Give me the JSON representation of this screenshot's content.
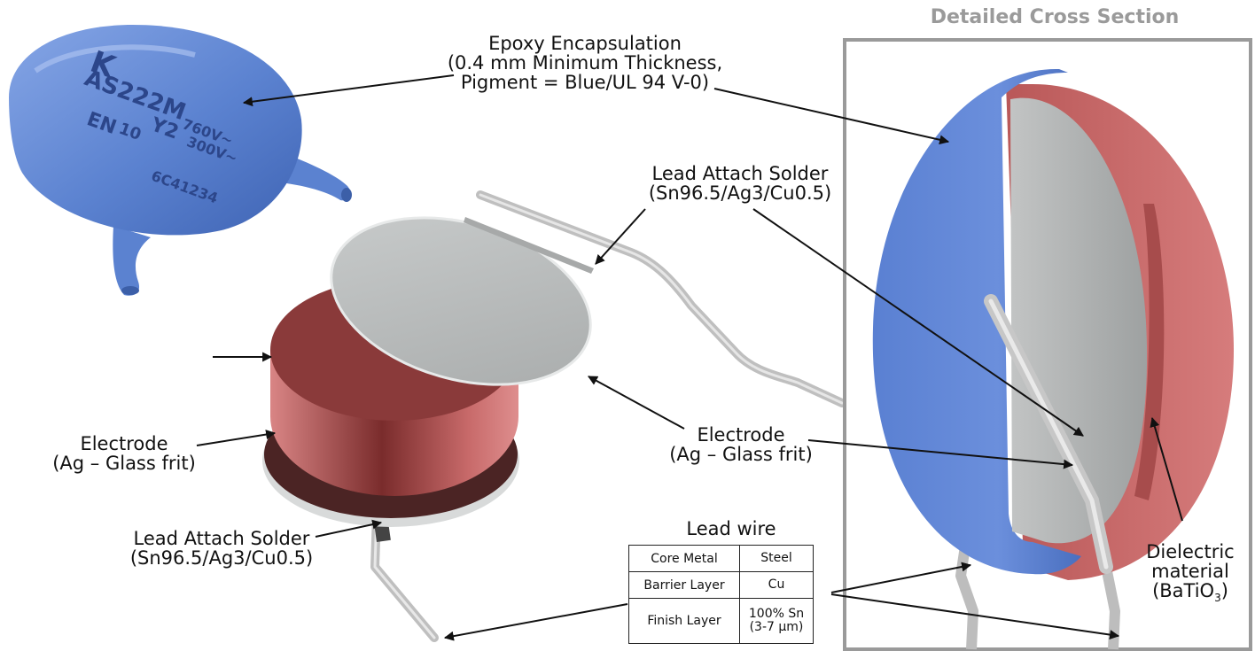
{
  "cross_section": {
    "title": "Detailed Cross Section"
  },
  "callouts": {
    "epoxy": {
      "line1": "Epoxy Encapsulation",
      "line2": "(0.4 mm Minimum Thickness,",
      "line3": "Pigment = Blue/UL 94 V-0)"
    },
    "lead_solder_top": {
      "line1": "Lead Attach Solder",
      "line2": "(Sn96.5/Ag3/Cu0.5)"
    },
    "electrode_left": {
      "line1": "Electrode",
      "line2": "(Ag – Glass frit)"
    },
    "electrode_right": {
      "line1": "Electrode",
      "line2": "(Ag – Glass frit)"
    },
    "lead_solder_bottom": {
      "line1": "Lead Attach Solder",
      "line2": "(Sn96.5/Ag3/Cu0.5)"
    },
    "dielectric": {
      "line1": "Dielectric",
      "line2": "material",
      "line3_base": "(BaTiO",
      "line3_sub": "3",
      "line3_end": ")"
    }
  },
  "capacitor_marking": {
    "brand": "K",
    "model": "AS222M",
    "rating_line1": "Y2",
    "rating_line2": "760V~",
    "rating_line3": "300V~",
    "code": "6C41234",
    "cert": "EN",
    "cert_num": "10"
  },
  "lead_wire": {
    "title": "Lead wire",
    "rows": [
      {
        "property": "Core Metal",
        "value": "Steel",
        "value2": ""
      },
      {
        "property": "Barrier Layer",
        "value": "Cu",
        "value2": ""
      },
      {
        "property": "Finish Layer",
        "value": "100% Sn",
        "value2": "(3-7 µm)"
      }
    ]
  },
  "colors": {
    "epoxy": "#5b82d0",
    "dielectric": "#c96a6a",
    "electrode": "#b9bcbc",
    "wire": "#bdbdbd",
    "frame": "#9a9a9a"
  }
}
